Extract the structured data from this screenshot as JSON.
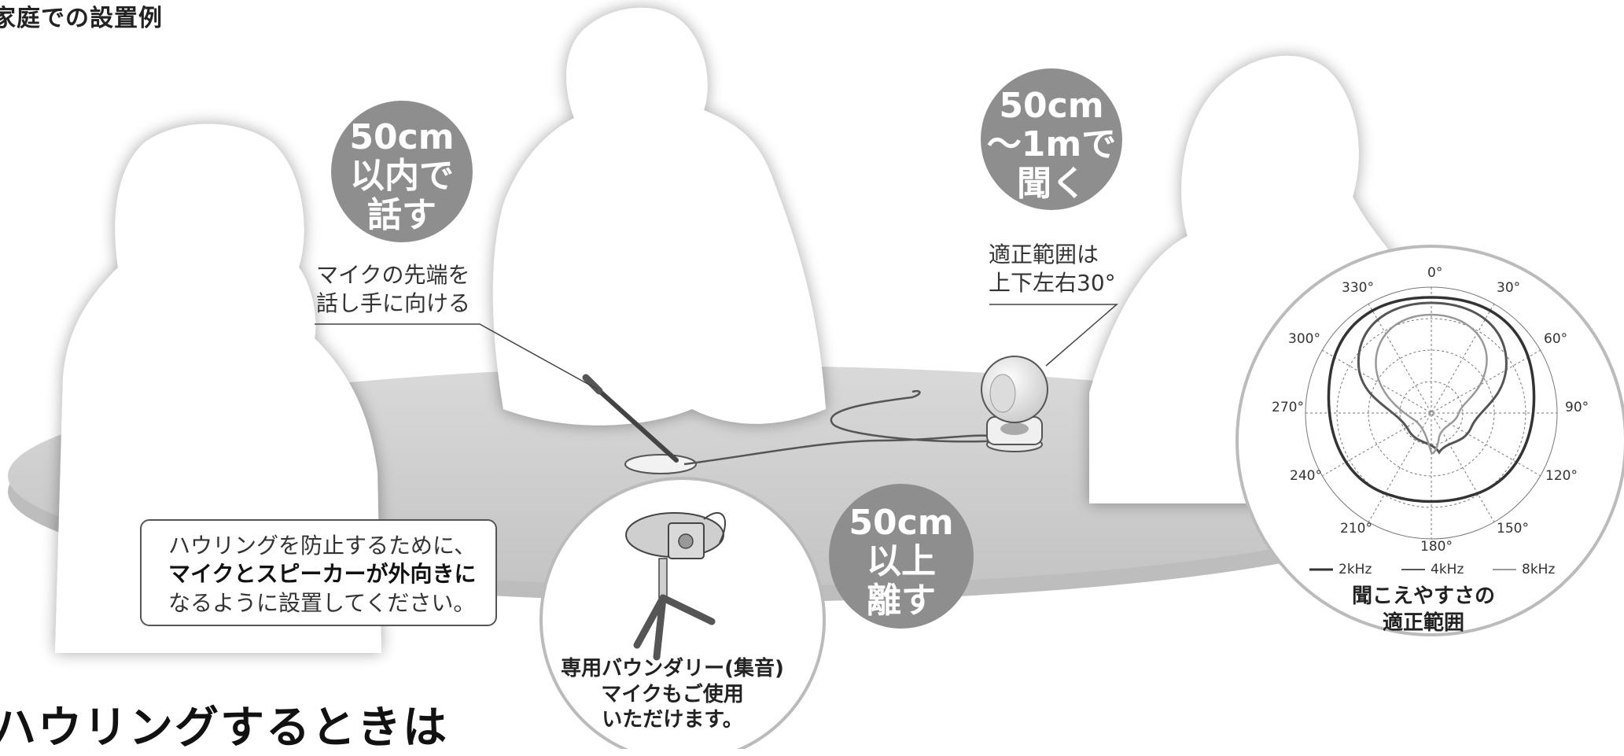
{
  "section_title": "家庭での設置例",
  "footer_title": "ハウリングするときは",
  "bubbles": {
    "speak": "50cm\n以内で\n話す",
    "listen": "50cm\n～1mで\n聞く",
    "separate": "50cm\n以上\n離す"
  },
  "notes": {
    "mic_tip": "マイクの先端を\n話し手に向ける",
    "range": "適正範囲は\n上下左右30°"
  },
  "warning": {
    "line1": "ハウリングを防止するために、",
    "line2_bold": "マイクとスピーカーが外向きに",
    "line3": "なるように設置してください。"
  },
  "mic_caption": "専用バウンダリー(集音)\nマイクもご使用\nいただけます。",
  "polar": {
    "angles": [
      "0°",
      "30°",
      "60°",
      "90°",
      "120°",
      "150°",
      "180°",
      "210°",
      "240°",
      "270°",
      "300°",
      "330°"
    ],
    "legend": [
      {
        "label": "2kHz",
        "color": "#333333"
      },
      {
        "label": "4kHz",
        "color": "#555555"
      },
      {
        "label": "8kHz",
        "color": "#999999"
      }
    ],
    "caption": "聞こえやすさの\n適正範囲"
  },
  "colors": {
    "silhouette": "#ffffff",
    "shadow": "#d4d4d4",
    "table": "#cfcfcf",
    "bubble": "#8e8e8e"
  }
}
